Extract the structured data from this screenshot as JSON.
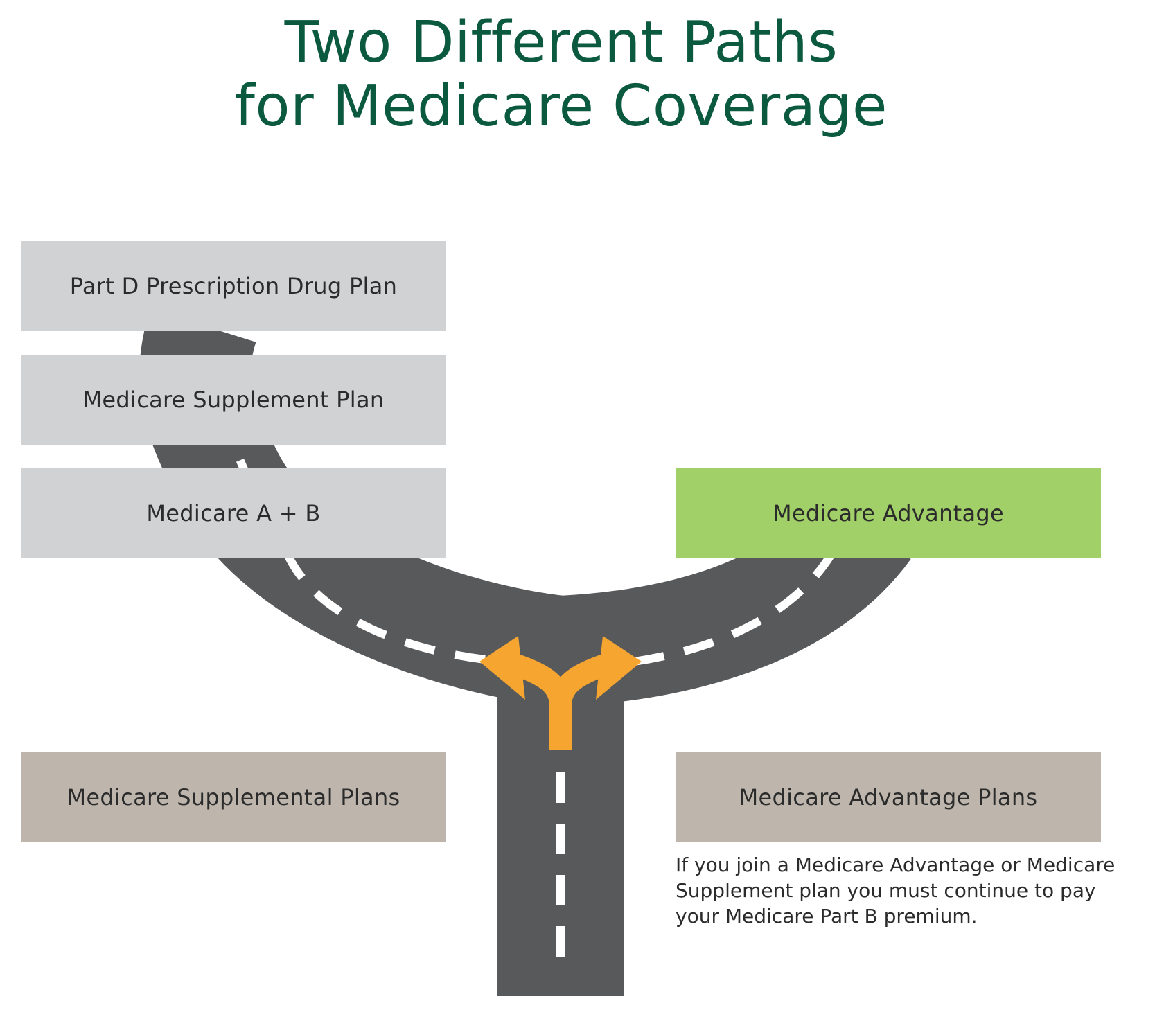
{
  "title": {
    "line1": "Two Different Paths",
    "line2": "for Medicare Coverage"
  },
  "left_path": {
    "part_d": "Part D Prescription Drug Plan",
    "supplement": "Medicare Supplement Plan",
    "a_b": "Medicare A + B",
    "category": "Medicare Supplemental Plans"
  },
  "right_path": {
    "advantage": "Medicare Advantage",
    "category": "Medicare Advantage Plans"
  },
  "note": {
    "line1": "If you join a Medicare Advantage or Medicare",
    "line2": "Supplement plan you must continue to pay",
    "line3": "your Medicare Part B premium."
  },
  "colors": {
    "title": "#0b5a3f",
    "road": "#58595b",
    "lane_marking": "#ffffff",
    "arrow": "#f6a531",
    "box_gray": "#d1d2d4",
    "box_green": "#a1cf68",
    "box_taupe": "#beb6ad"
  },
  "icons": {
    "road": "forked-road-icon",
    "arrow": "fork-arrow-icon"
  }
}
